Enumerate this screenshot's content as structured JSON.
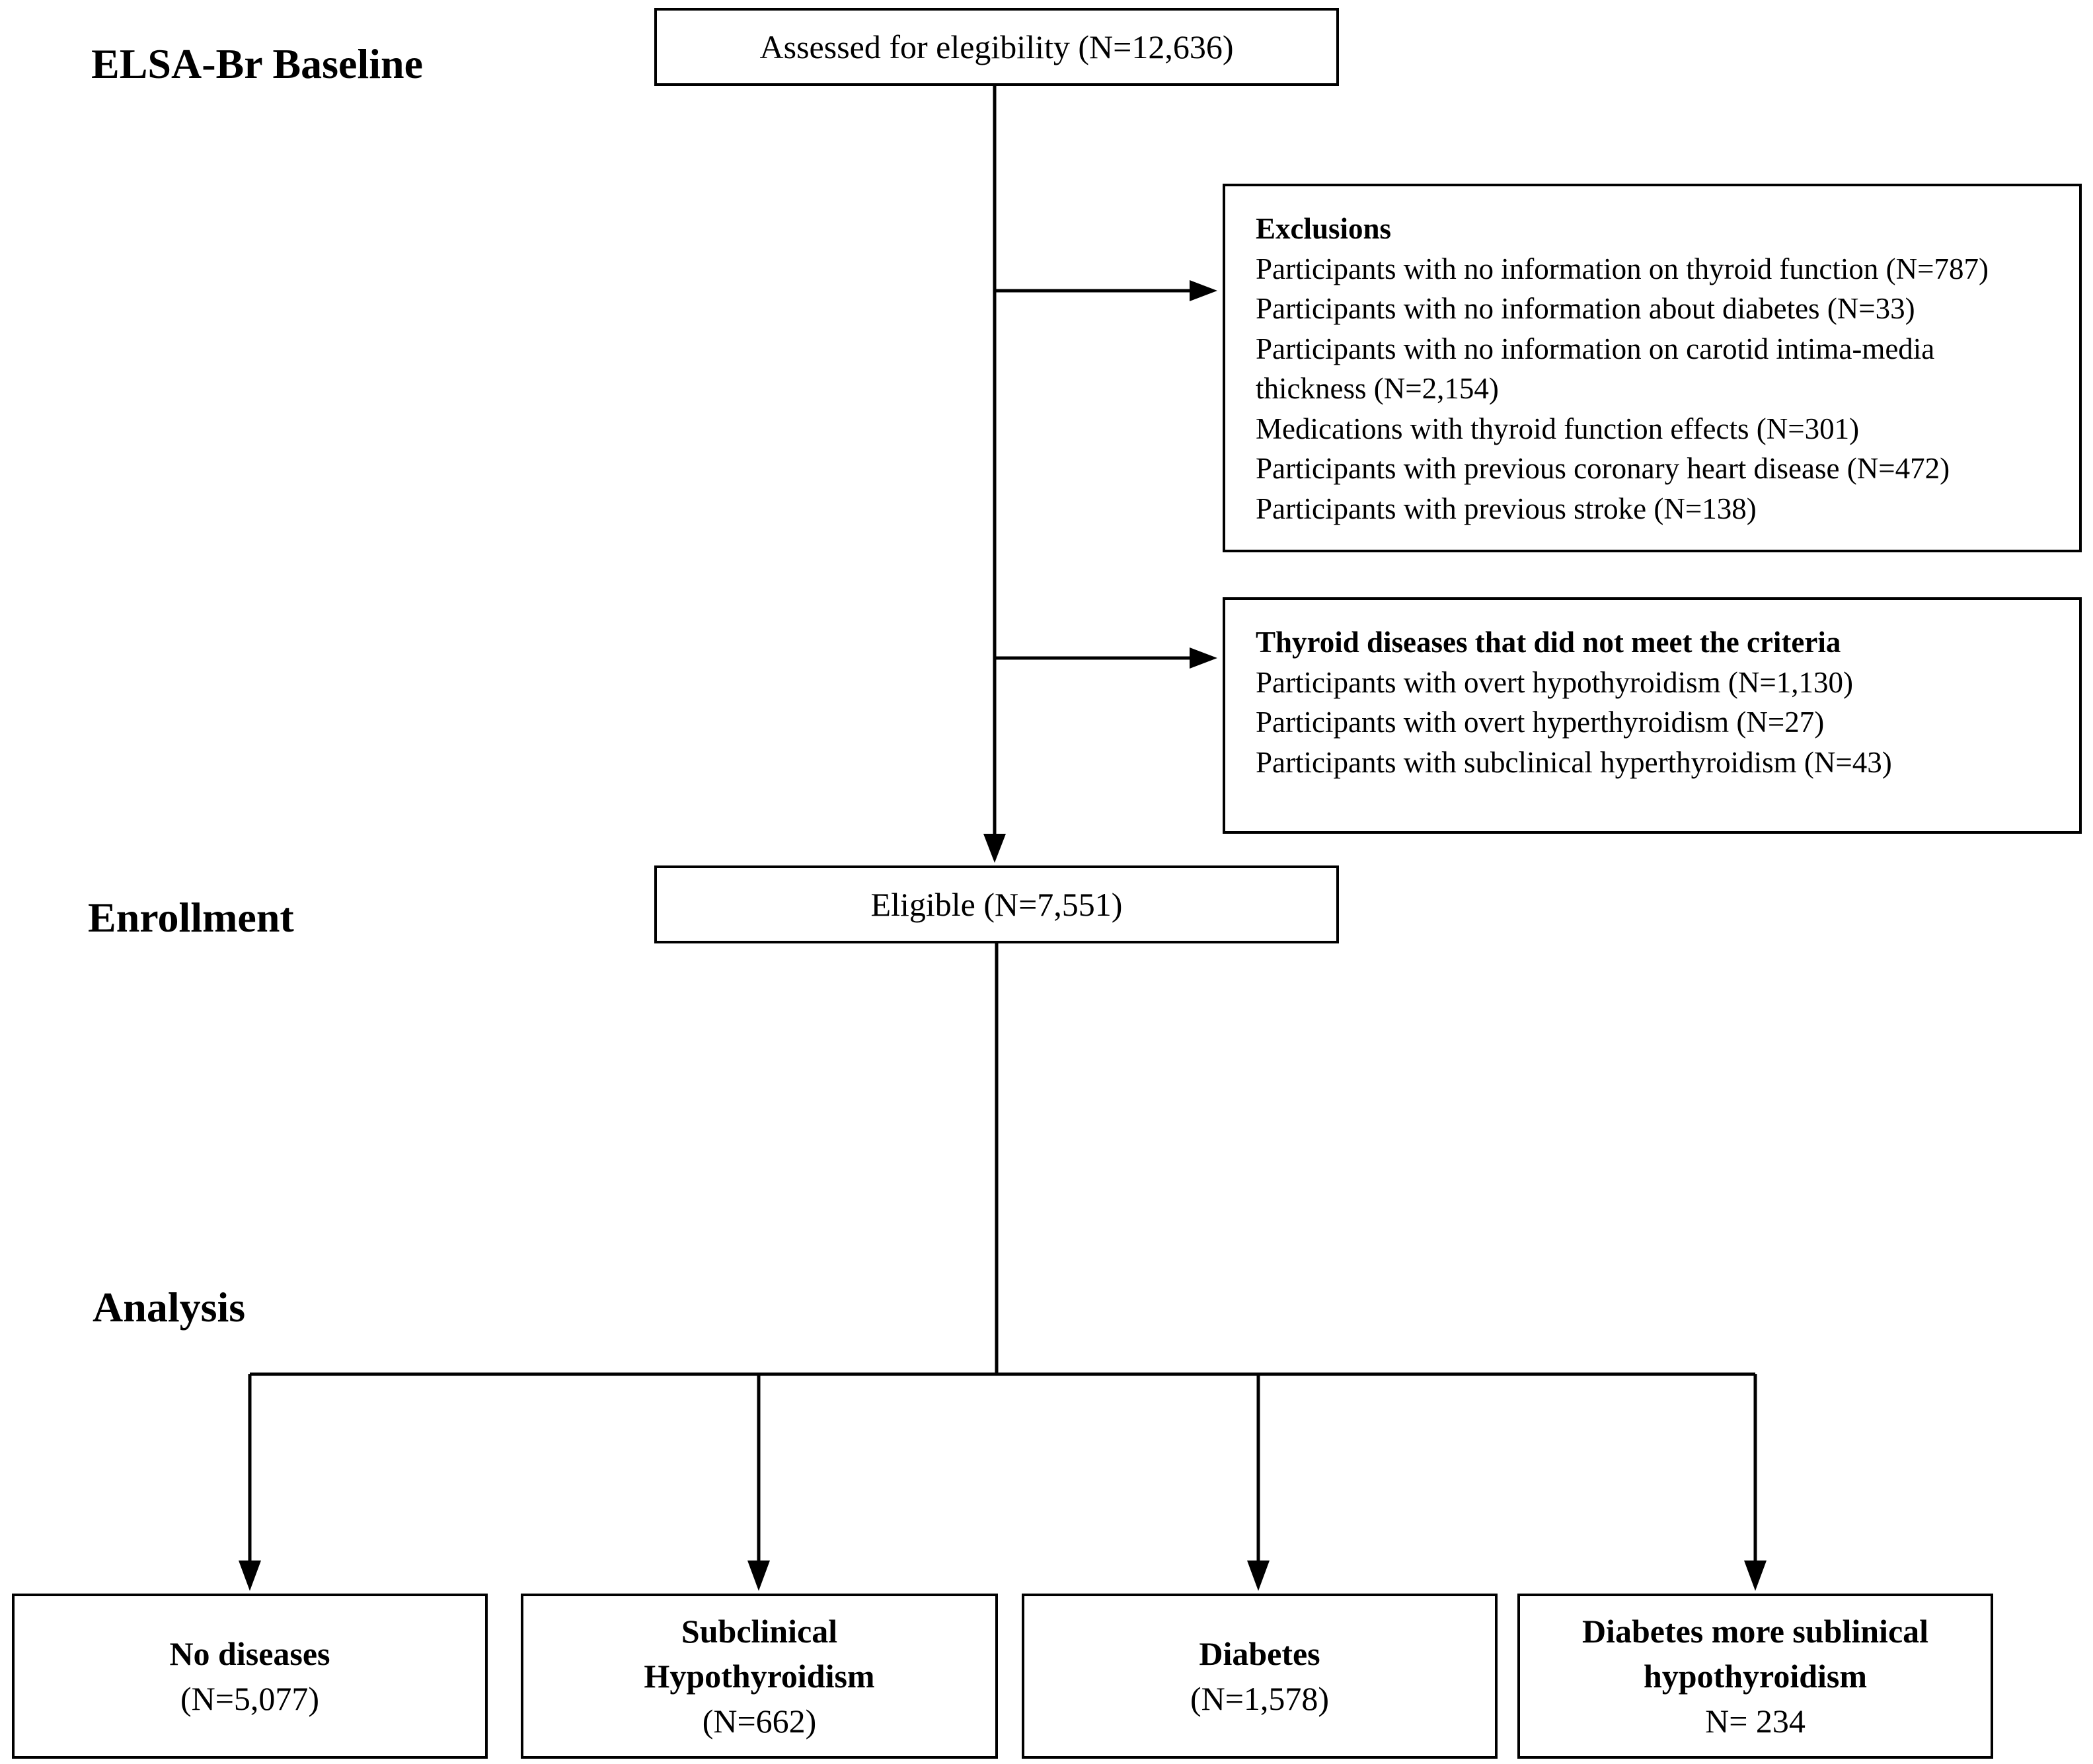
{
  "stages": {
    "baseline": "ELSA-Br Baseline",
    "enrollment": "Enrollment",
    "analysis": "Analysis"
  },
  "assessed": "Assessed for elegibility (N=12,636)",
  "exclusions": {
    "title": "Exclusions",
    "items": [
      "Participants with no information on thyroid function (N=787)",
      "Participants with no information about diabetes (N=33)",
      "Participants with no information on carotid intima-media thickness (N=2,154)",
      "Medications with thyroid function effects (N=301)",
      "Participants with previous coronary heart disease (N=472)",
      "Participants with previous stroke (N=138)"
    ]
  },
  "thyroid_exclusions": {
    "title": "Thyroid diseases that did not meet the criteria",
    "items": [
      "Participants with overt hypothyroidism (N=1,130)",
      "Participants with overt hyperthyroidism (N=27)",
      "Participants with subclinical hyperthyroidism (N=43)"
    ]
  },
  "eligible": "Eligible (N=7,551)",
  "groups": [
    {
      "lines": [
        "No diseases",
        "(N=5,077)"
      ]
    },
    {
      "lines": [
        "Subclinical",
        "Hypothyroidism",
        "(N=662)"
      ]
    },
    {
      "lines": [
        "Diabetes",
        "(N=1,578)"
      ]
    },
    {
      "lines": [
        "Diabetes more sublinical",
        "hypothyroidism",
        "N= 234"
      ]
    }
  ]
}
